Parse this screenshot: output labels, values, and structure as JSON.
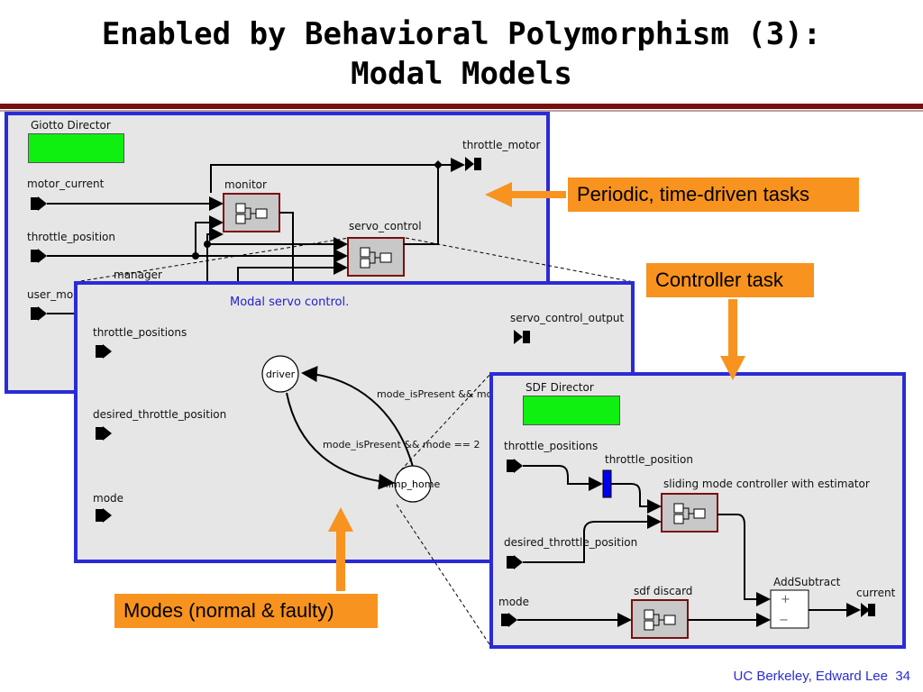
{
  "slide": {
    "title_line1": "Enabled by Behavioral Polymorphism (3):",
    "title_line2": "Modal Models",
    "footer_org": "UC Berkeley, Edward Lee",
    "footer_page": "34"
  },
  "giotto": {
    "director_label": "Giotto Director",
    "ports": {
      "motor_current": "motor_current",
      "throttle_position": "throttle_position",
      "user_mode": "user_mo",
      "throttle_motor": "throttle_motor"
    },
    "actors": {
      "monitor": "monitor",
      "servo_control": "servo_control",
      "manager": "manager"
    }
  },
  "modal": {
    "caption": "Modal servo control.",
    "ports": {
      "throttle_positions": "throttle_positions",
      "desired_throttle_position": "desired_throttle_position",
      "mode": "mode",
      "servo_control_output": "servo_control_output"
    },
    "states": {
      "driver": "driver",
      "limp_home": "limp_home"
    },
    "transitions": {
      "top": "mode_isPresent && mod",
      "bottom": "mode_isPresent && mode == 2"
    }
  },
  "sdf": {
    "director_label": "SDF Director",
    "ports": {
      "throttle_positions": "throttle_positions",
      "desired_throttle_position": "desired_throttle_position",
      "mode": "mode",
      "current": "current"
    },
    "actors": {
      "throttle_position": "throttle_position",
      "sliding_mode": "sliding mode controller with estimator",
      "sdf_discard": "sdf discard",
      "add_subtract": "AddSubtract"
    }
  },
  "callouts": {
    "periodic": "Periodic, time-driven tasks",
    "controller": "Controller task",
    "modes": "Modes (normal & faulty)"
  },
  "colors": {
    "panel_border": "#2b2bd6",
    "callout": "#f7931e",
    "director": "#10f010",
    "title_rule": "#7a0e0e"
  }
}
